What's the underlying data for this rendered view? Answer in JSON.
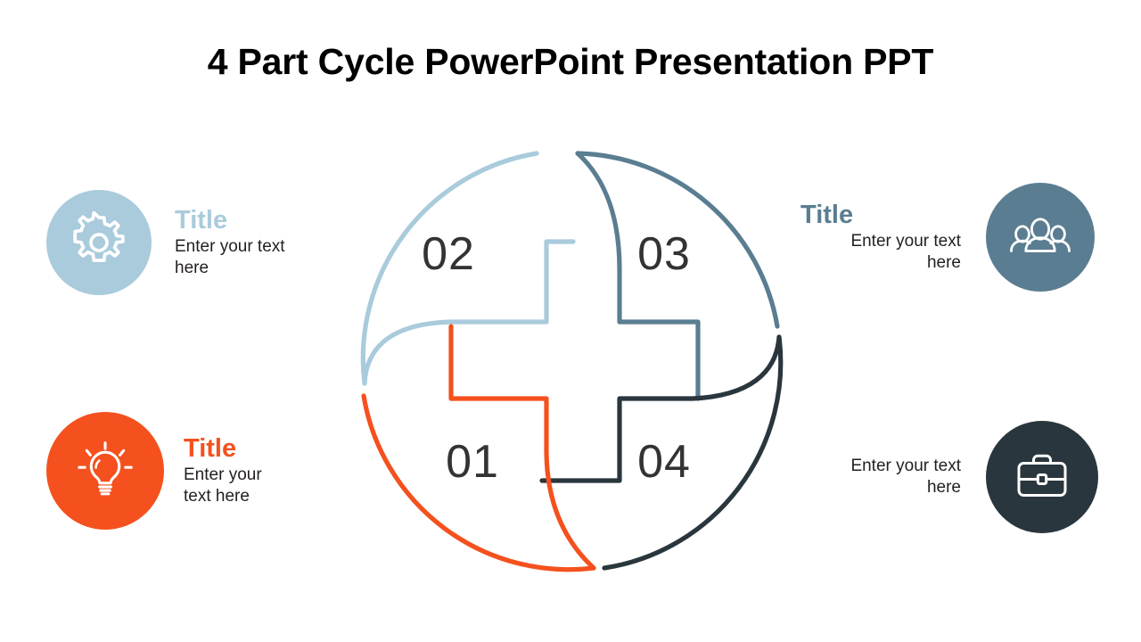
{
  "slide": {
    "title": "4 Part Cycle PowerPoint Presentation PPT",
    "background_color": "#FFFFFF"
  },
  "palette": {
    "orange": "#F4511E",
    "light_blue": "#A9CBDC",
    "slate_blue": "#5A7D91",
    "dark_navy": "#2A363D",
    "number_gray": "#333333",
    "body_text": "#231F20"
  },
  "items": [
    {
      "id": "01",
      "number": "01",
      "title": "Title",
      "body": "Enter your\ntext here",
      "body_line1": "Enter your",
      "body_line2": "text here",
      "color": "#F4511E",
      "icon": "lightbulb-icon",
      "side": "left",
      "show_title": true
    },
    {
      "id": "02",
      "number": "02",
      "title": "Title",
      "body": "Enter your text\nhere",
      "body_line1": "Enter your text",
      "body_line2": "here",
      "color": "#A9CBDC",
      "icon": "gear-icon",
      "side": "left",
      "show_title": true
    },
    {
      "id": "03",
      "number": "03",
      "title": "Title",
      "body": "Enter your text\nhere",
      "body_line1": "Enter your text",
      "body_line2": "here",
      "color": "#5A7D91",
      "icon": "people-icon",
      "side": "right",
      "show_title": true
    },
    {
      "id": "04",
      "number": "04",
      "title": "",
      "body": "Enter your text\nhere",
      "body_line1": "Enter your text",
      "body_line2": "here",
      "color": "#2A363D",
      "icon": "briefcase-icon",
      "side": "right",
      "show_title": false
    }
  ],
  "diagram": {
    "type": "4-part-pinwheel-cycle",
    "numbers": [
      "01",
      "02",
      "03",
      "04"
    ],
    "stroke_width": 5
  }
}
